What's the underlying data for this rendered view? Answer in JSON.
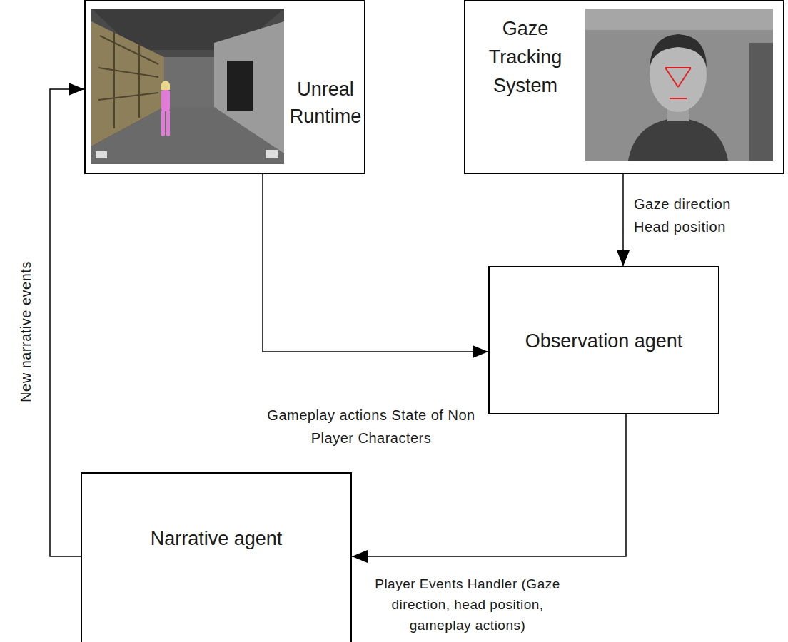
{
  "diagram": {
    "nodes": [
      {
        "text": [
          "Unreal Runtime"
        ]
      },
      {
        "text": [
          "Gaze Tracking System"
        ]
      },
      {
        "text": [
          "Observation agent"
        ]
      },
      {
        "text": [
          "Narrative agent"
        ]
      }
    ],
    "edges": [
      {
        "from": 0,
        "to": 2,
        "arrow": "to",
        "label": "Gameplay actions State of Non Player Characters"
      },
      {
        "from": 1,
        "to": 2,
        "arrow": "to",
        "label": "Gaze direction Head position"
      },
      {
        "from": 2,
        "to": 3,
        "arrow": "to",
        "label": "Player Events Handler (Gaze direction, head position, gameplay actions)"
      },
      {
        "from": 3,
        "to": 0,
        "arrow": "to",
        "label": "New narrative events"
      }
    ]
  }
}
